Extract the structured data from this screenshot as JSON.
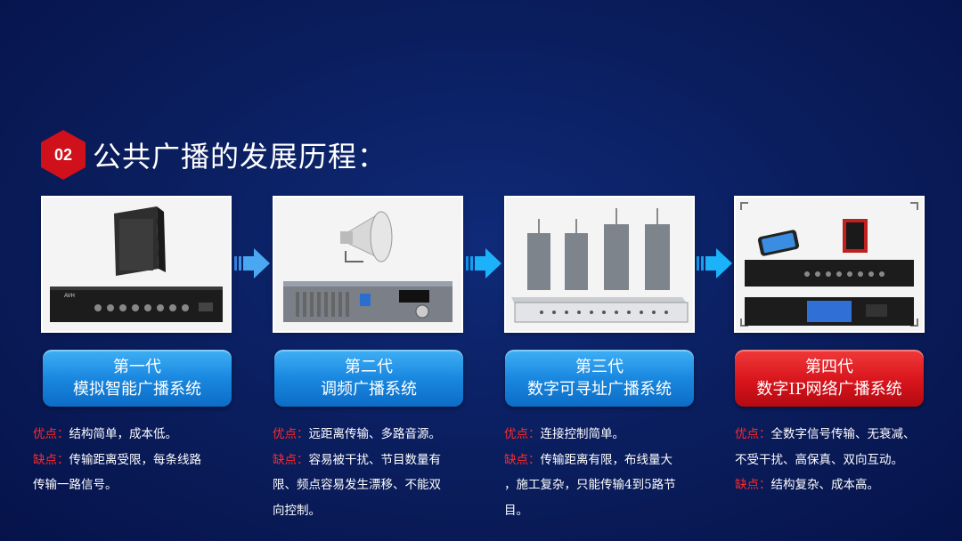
{
  "heading": {
    "badge": "02",
    "title": "公共广播的发展历程："
  },
  "colors": {
    "accent_red": "#d0101a",
    "button_blue": "#1a88e0",
    "background": "#0a1d5c"
  },
  "generations": [
    {
      "name": "第一代",
      "type": "模拟智能广播系统",
      "pros_label": "优点：",
      "pros": "结构简单，成本低。",
      "cons_label": "缺点：",
      "cons_1": "传输距离受限，每条线路",
      "cons_2": "传输一路信号。"
    },
    {
      "name": "第二代",
      "type": "调频广播系统",
      "pros_label": "优点：",
      "pros": "远距离传输、多路音源。",
      "cons_label": "缺点：",
      "cons_1": "容易被干扰、节目数量有",
      "cons_2": "限、频点容易发生漂移、不能双",
      "cons_3": "向控制。"
    },
    {
      "name": "第三代",
      "type": "数字可寻址广播系统",
      "pros_label": "优点：",
      "pros": "连接控制简单。",
      "cons_label": "缺点：",
      "cons_1": "传输距离有限，布线量大",
      "cons_2": "，施工复杂，只能传输4到5路节",
      "cons_3": "目。"
    },
    {
      "name": "第四代",
      "type": "数字IP网络广播系统",
      "pros_label": "优点：",
      "pros_1": "全数字信号传输、无衰减、",
      "pros_2": "不受干扰、高保真、双向互动。",
      "cons_label": "缺点：",
      "cons": "结构复杂、成本高。"
    }
  ]
}
